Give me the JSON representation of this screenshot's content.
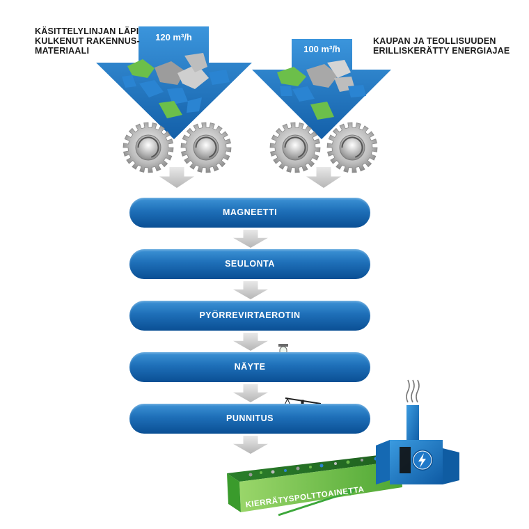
{
  "inputs": {
    "left": {
      "label_lines": [
        "KÄSITTELYLINJAN LÄPI",
        "KULKENUT RAKENNUS-",
        "MATERIAALI"
      ],
      "rate": "120 m³/h"
    },
    "right": {
      "label_lines": [
        "KAUPAN JA TEOLLISUUDEN",
        "ERILLISKERÄTTY ENERGIAJAE"
      ],
      "rate": "100 m³/h"
    }
  },
  "stages": [
    "MAGNEETTI",
    "SEULONTA",
    "PYÖRREVIRTAEROTIN",
    "NÄYTE",
    "PUNNITUS"
  ],
  "conveyor": {
    "label": "KIERRÄTYSPOLTTOAINETTA"
  },
  "colors": {
    "stage_blue": "#1e6fb8",
    "arrow_blue": "#1f78c8",
    "conveyor_green": "#5fb63d",
    "gear_gray": "#a9a9a9",
    "flow_arrow_gray": "#c9c9c9"
  },
  "icons": [
    "gear-icon",
    "test-tube-icon",
    "balance-scale-icon",
    "factory-icon",
    "lightning-icon",
    "smoke-icon"
  ]
}
